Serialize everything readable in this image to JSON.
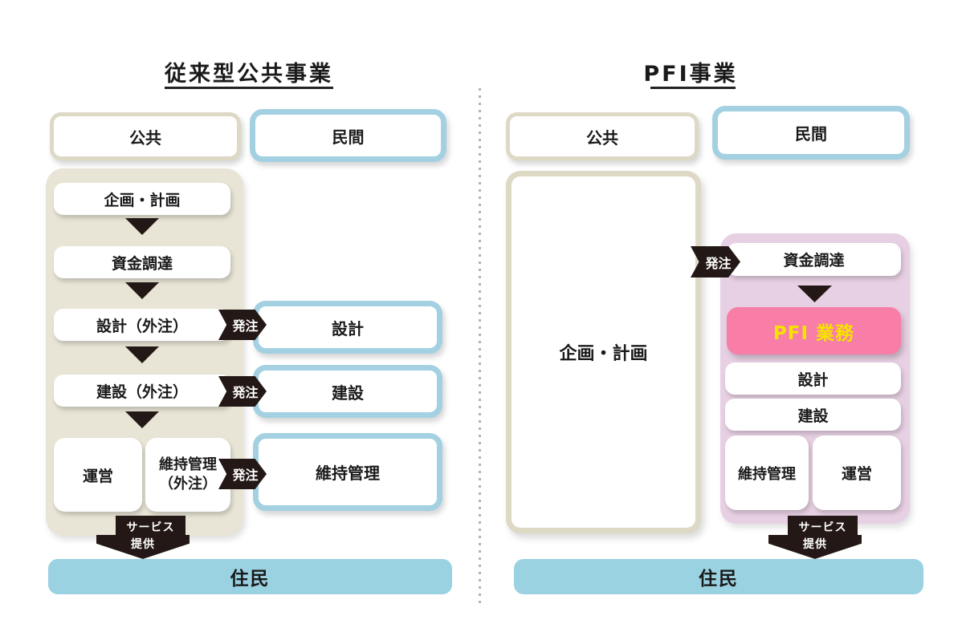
{
  "left": {
    "title": "従来型公共事業",
    "public_header": "公共",
    "private_header": "民間",
    "flow": [
      "企画・計画",
      "資金調達",
      "設計（外注）",
      "建設（外注）"
    ],
    "operation": "運営",
    "maintenance_line1": "維持管理",
    "maintenance_line2": "（外注）",
    "order_label": "発注",
    "private_boxes": [
      "設計",
      "建設",
      "維持管理"
    ],
    "service_line1": "サービス",
    "service_line2": "提供",
    "residents": "住民"
  },
  "right": {
    "title": "PFI事業",
    "public_header": "公共",
    "private_header": "民間",
    "planning": "企画・計画",
    "order_label": "発注",
    "funding": "資金調達",
    "pfi_label": "PFI 業務",
    "design": "設計",
    "construction": "建設",
    "maintenance": "維持管理",
    "operation": "運営",
    "service_line1": "サービス",
    "service_line2": "提供",
    "residents": "住民"
  },
  "colors": {
    "beige_panel": "#e8e4d6",
    "beige_border": "#ddd9c5",
    "blue_border": "#a3d1e2",
    "residents_blue": "#9ad2e2",
    "pink_panel": "#e7d0e3",
    "pfi_pink": "#f87da7",
    "pfi_yellow": "#f5e300",
    "arrow_black": "#231815",
    "divider_gray": "#b3b3b3"
  }
}
